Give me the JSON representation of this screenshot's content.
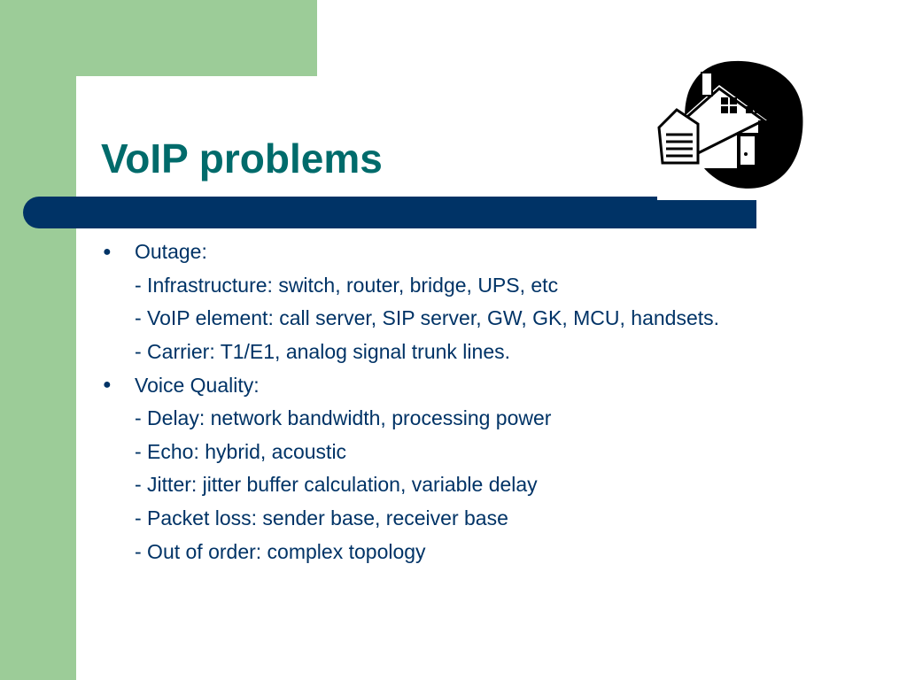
{
  "slide": {
    "title": "VoIP problems",
    "logo_icon": "house-icon",
    "colors": {
      "accent_green": "#9ccc98",
      "title_teal": "#006b6b",
      "navy": "#003366"
    },
    "bullets": [
      {
        "label": "Outage:",
        "items": [
          "- Infrastructure: switch, router, bridge, UPS, etc",
          "- VoIP element: call server, SIP server, GW, GK, MCU, handsets.",
          "- Carrier: T1/E1, analog signal trunk lines."
        ]
      },
      {
        "label": "Voice Quality:",
        "items": [
          "- Delay: network bandwidth, processing power",
          "- Echo: hybrid, acoustic",
          "- Jitter: jitter buffer calculation, variable delay",
          "- Packet loss: sender base, receiver base",
          "- Out of order: complex topology"
        ]
      }
    ]
  }
}
